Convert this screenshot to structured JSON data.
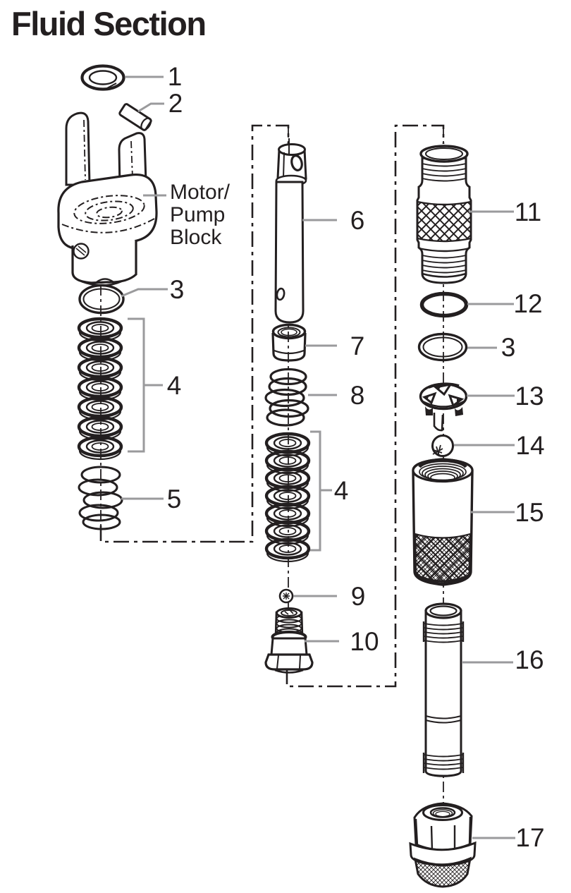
{
  "title": "Fluid Section",
  "colors": {
    "line": "#231f20",
    "leader": "#9a9a9c",
    "background": "#ffffff"
  },
  "block_label": {
    "line1": "Motor/",
    "line2": "Pump",
    "line3": "Block"
  },
  "callouts": {
    "c1": {
      "label": "1"
    },
    "c2": {
      "label": "2"
    },
    "c3_left": {
      "label": "3"
    },
    "c4_left": {
      "label": "4"
    },
    "c5": {
      "label": "5"
    },
    "c6": {
      "label": "6"
    },
    "c7": {
      "label": "7"
    },
    "c8": {
      "label": "8"
    },
    "c4_center": {
      "label": "4"
    },
    "c9": {
      "label": "9"
    },
    "c10": {
      "label": "10"
    },
    "c11": {
      "label": "11"
    },
    "c12": {
      "label": "12"
    },
    "c3_right": {
      "label": "3"
    },
    "c13": {
      "label": "13"
    },
    "c14": {
      "label": "14"
    },
    "c15": {
      "label": "15"
    },
    "c16": {
      "label": "16"
    },
    "c17": {
      "label": "17"
    }
  }
}
